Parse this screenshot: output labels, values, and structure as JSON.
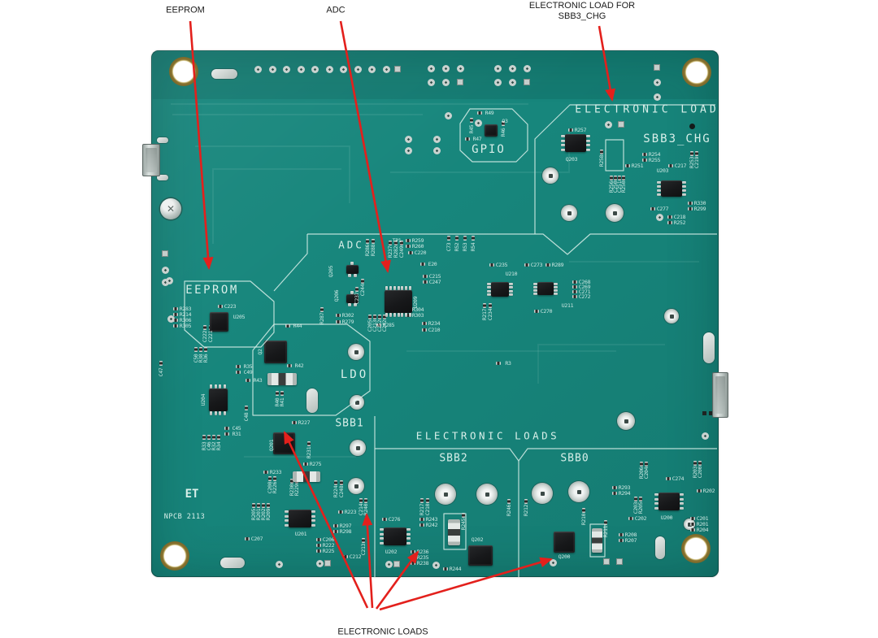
{
  "figure": {
    "callouts": {
      "eeprom": "EEPROM",
      "adc": "ADC",
      "sbb3_line1": "ELECTRONIC LOAD FOR",
      "sbb3_line2": "SBB3_CHG",
      "electronic_loads": "ELECTRONIC LOADS"
    }
  },
  "board": {
    "silkscreen": {
      "electronic_load": "ELECTRONIC LOAD",
      "sbb3_chg": "SBB3_CHG",
      "gpio": "GPIO",
      "adc": "ADC",
      "eeprom": "EEPROM",
      "ldo": "LDO",
      "sbb1": "SBB1",
      "electronic_loads": "ELECTRONIC LOADS",
      "sbb2": "SBB2",
      "sbb0": "SBB0",
      "logo": "ET",
      "board_id": "NPCB 2113"
    },
    "components": [
      [
        "R257",
        714,
        160
      ],
      [
        "Q203",
        703,
        196
      ],
      [
        "R258",
        740,
        198,
        1
      ],
      [
        "R254",
        805,
        190
      ],
      [
        "R255",
        805,
        197
      ],
      [
        "R251",
        784,
        204
      ],
      [
        "U203",
        815,
        210
      ],
      [
        "C217",
        837,
        204
      ],
      [
        "R253",
        851,
        200,
        1
      ],
      [
        "C219",
        857,
        200,
        1
      ],
      [
        "R256",
        752,
        230,
        1
      ],
      [
        "C250",
        757,
        230,
        1
      ],
      [
        "C251",
        762,
        230,
        1
      ],
      [
        "R250",
        767,
        230,
        1
      ],
      [
        "C277",
        815,
        257
      ],
      [
        "R330",
        861,
        250
      ],
      [
        "R299",
        861,
        257
      ],
      [
        "C218",
        836,
        267
      ],
      [
        "R252",
        836,
        274
      ],
      [
        "R49",
        602,
        139
      ],
      [
        "Q3",
        621,
        149
      ],
      [
        "R46",
        619,
        163,
        1
      ],
      [
        "R45",
        580,
        159,
        1
      ],
      [
        "R47",
        587,
        171
      ],
      [
        "Q205",
        407,
        334,
        1
      ],
      [
        "Q206",
        414,
        364,
        1
      ],
      [
        "R287",
        396,
        392,
        1
      ],
      [
        "C237",
        439,
        367,
        1
      ],
      [
        "C244",
        446,
        357,
        1
      ],
      [
        "R286",
        452,
        308,
        1
      ],
      [
        "R288",
        459,
        308,
        1
      ],
      [
        "TP1",
        488,
        296
      ],
      [
        "R237",
        480,
        310,
        1
      ],
      [
        "R282",
        487,
        310,
        1
      ],
      [
        "C249",
        494,
        310,
        1
      ],
      [
        "R259",
        514,
        296
      ],
      [
        "R260",
        514,
        303
      ],
      [
        "C220",
        517,
        311
      ],
      [
        "E20",
        532,
        325
      ],
      [
        "C215",
        535,
        340
      ],
      [
        "C247",
        535,
        347
      ],
      [
        "R302",
        428,
        388
      ],
      [
        "R279",
        428,
        396
      ],
      [
        "R285",
        478,
        400
      ],
      [
        "C205",
        455,
        401,
        1
      ],
      [
        "C213",
        461,
        401,
        1
      ],
      [
        "C252",
        467,
        401,
        1
      ],
      [
        "C242",
        473,
        401,
        1
      ],
      [
        "U209",
        511,
        372,
        1
      ],
      [
        "R304",
        514,
        381
      ],
      [
        "R303",
        514,
        388
      ],
      [
        "R234",
        534,
        398
      ],
      [
        "C210",
        534,
        406
      ],
      [
        "C73",
        552,
        304,
        1
      ],
      [
        "R52",
        562,
        304,
        1
      ],
      [
        "R53",
        572,
        304,
        1
      ],
      [
        "R54",
        582,
        304,
        1
      ],
      [
        "C235",
        617,
        326
      ],
      [
        "U210",
        629,
        337
      ],
      [
        "C273",
        660,
        326
      ],
      [
        "R289",
        686,
        326
      ],
      [
        "C268",
        719,
        347
      ],
      [
        "C269",
        719,
        353
      ],
      [
        "C271",
        719,
        359
      ],
      [
        "C272",
        719,
        365
      ],
      [
        "C270",
        672,
        383
      ],
      [
        "U211",
        698,
        376
      ],
      [
        "R217",
        596,
        387,
        1
      ],
      [
        "C234",
        603,
        387,
        1
      ],
      [
        "R3",
        625,
        447
      ],
      [
        "R44",
        366,
        401
      ],
      [
        "R227",
        374,
        520
      ],
      [
        "R283",
        228,
        380
      ],
      [
        "R214",
        228,
        387
      ],
      [
        "R306",
        228,
        394
      ],
      [
        "R305",
        228,
        401
      ],
      [
        "C223",
        283,
        377
      ],
      [
        "U205",
        294,
        390
      ],
      [
        "C222",
        252,
        414,
        1
      ],
      [
        "C221",
        259,
        414,
        1
      ],
      [
        "C50",
        241,
        441,
        1
      ],
      [
        "R38",
        247,
        441,
        1
      ],
      [
        "R36",
        253,
        441,
        1
      ],
      [
        "C47",
        198,
        458,
        1
      ],
      [
        "R35",
        305,
        451
      ],
      [
        "C49",
        305,
        458
      ],
      [
        "R43",
        317,
        468
      ],
      [
        "R42",
        368,
        450
      ],
      [
        "Q2",
        320,
        433,
        1
      ],
      [
        "R40",
        341,
        495,
        1
      ],
      [
        "R41",
        347,
        495,
        1
      ],
      [
        "U204",
        250,
        492,
        1
      ],
      [
        "C48",
        303,
        513,
        1
      ],
      [
        "C45",
        291,
        527
      ],
      [
        "R31",
        291,
        534
      ],
      [
        "R33",
        251,
        549,
        1
      ],
      [
        "C46",
        257,
        549,
        1
      ],
      [
        "R32",
        263,
        549,
        1
      ],
      [
        "R34",
        269,
        549,
        1
      ],
      [
        "Q201",
        334,
        548,
        1
      ],
      [
        "R231",
        380,
        557,
        1
      ],
      [
        "R233",
        339,
        581
      ],
      [
        "C208",
        332,
        600,
        1
      ],
      [
        "R226",
        338,
        600,
        1
      ],
      [
        "R230",
        359,
        603,
        1
      ],
      [
        "R229",
        365,
        603,
        1
      ],
      [
        "R275",
        388,
        571
      ],
      [
        "R224",
        413,
        605,
        1
      ],
      [
        "C248",
        420,
        605,
        1
      ],
      [
        "R223",
        431,
        630
      ],
      [
        "R297",
        425,
        647
      ],
      [
        "R298",
        425,
        654
      ],
      [
        "C206",
        404,
        664
      ],
      [
        "R222",
        404,
        671
      ],
      [
        "R225",
        404,
        678
      ],
      [
        "U201",
        370,
        657
      ],
      [
        "C207",
        316,
        663
      ],
      [
        "R205",
        312,
        633,
        1
      ],
      [
        "R201",
        318,
        633,
        1
      ],
      [
        "R202",
        324,
        633,
        1
      ],
      [
        "R209",
        330,
        633,
        1
      ],
      [
        "C214",
        444,
        627,
        1
      ],
      [
        "R240",
        450,
        627,
        1
      ],
      [
        "C213",
        447,
        676,
        1
      ],
      [
        "C212",
        437,
        685
      ],
      [
        "C276",
        485,
        639
      ],
      [
        "U202",
        481,
        679
      ],
      [
        "R217",
        519,
        627,
        1
      ],
      [
        "C210",
        526,
        627,
        1
      ],
      [
        "R243",
        531,
        639
      ],
      [
        "R242",
        531,
        646
      ],
      [
        "R245",
        570,
        645,
        1
      ],
      [
        "Q202",
        587,
        664
      ],
      [
        "R244",
        560,
        700
      ],
      [
        "R236",
        520,
        679
      ],
      [
        "R235",
        520,
        686
      ],
      [
        "R238",
        520,
        693
      ],
      [
        "R246",
        626,
        628,
        1
      ],
      [
        "R212",
        647,
        628,
        1
      ],
      [
        "R210",
        718,
        639,
        1
      ],
      [
        "Q200",
        694,
        685
      ],
      [
        "R211",
        745,
        654,
        1
      ],
      [
        "R208",
        776,
        658
      ],
      [
        "R207",
        776,
        665
      ],
      [
        "R293",
        768,
        600
      ],
      [
        "R294",
        768,
        607
      ],
      [
        "C203",
        782,
        625,
        1
      ],
      [
        "R205",
        788,
        625,
        1
      ],
      [
        "C202",
        788,
        638
      ],
      [
        "U200",
        820,
        637
      ],
      [
        "C274",
        834,
        589
      ],
      [
        "R203",
        855,
        581,
        1
      ],
      [
        "C200",
        861,
        581,
        1
      ],
      [
        "R202",
        872,
        604
      ],
      [
        "C201",
        864,
        638
      ],
      [
        "R201",
        864,
        645
      ],
      [
        "R204",
        864,
        652
      ],
      [
        "R206",
        789,
        582,
        1
      ],
      [
        "C204",
        795,
        582,
        1
      ]
    ]
  },
  "colors": {
    "board_teal": "#17867C",
    "silkscreen": "#D8EFE9",
    "arrow_red": "#E3201C",
    "callout_text": "#1A1A1A"
  }
}
